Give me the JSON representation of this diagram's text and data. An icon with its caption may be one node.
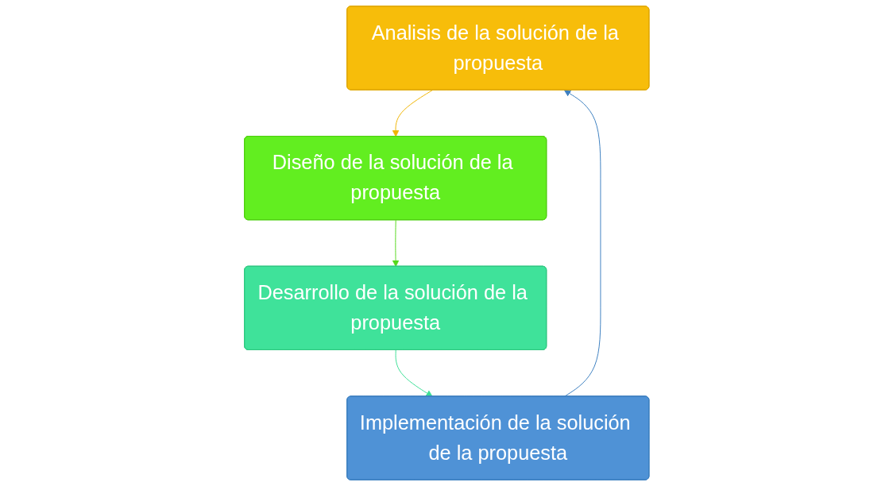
{
  "diagram": {
    "nodes": [
      {
        "text": [
          "Analisis de la solución de la propuesta"
        ]
      },
      {
        "text": [
          "Diseño de la solución de la propuesta"
        ]
      },
      {
        "text": [
          "Desarrollo de la solución de la propuesta"
        ]
      },
      {
        "text": [
          "Implementación de la solución de la propuesta"
        ]
      }
    ],
    "edges": [
      {
        "from": 0,
        "to": 1,
        "arrow": "to",
        "color": "#f0b400"
      },
      {
        "from": 1,
        "to": 2,
        "arrow": "to",
        "color": "#55d81c"
      },
      {
        "from": 2,
        "to": 3,
        "arrow": "to",
        "color": "#3ddf96"
      },
      {
        "from": 3,
        "to": 0,
        "arrow": "to",
        "color": "#3d7fc0"
      }
    ]
  }
}
